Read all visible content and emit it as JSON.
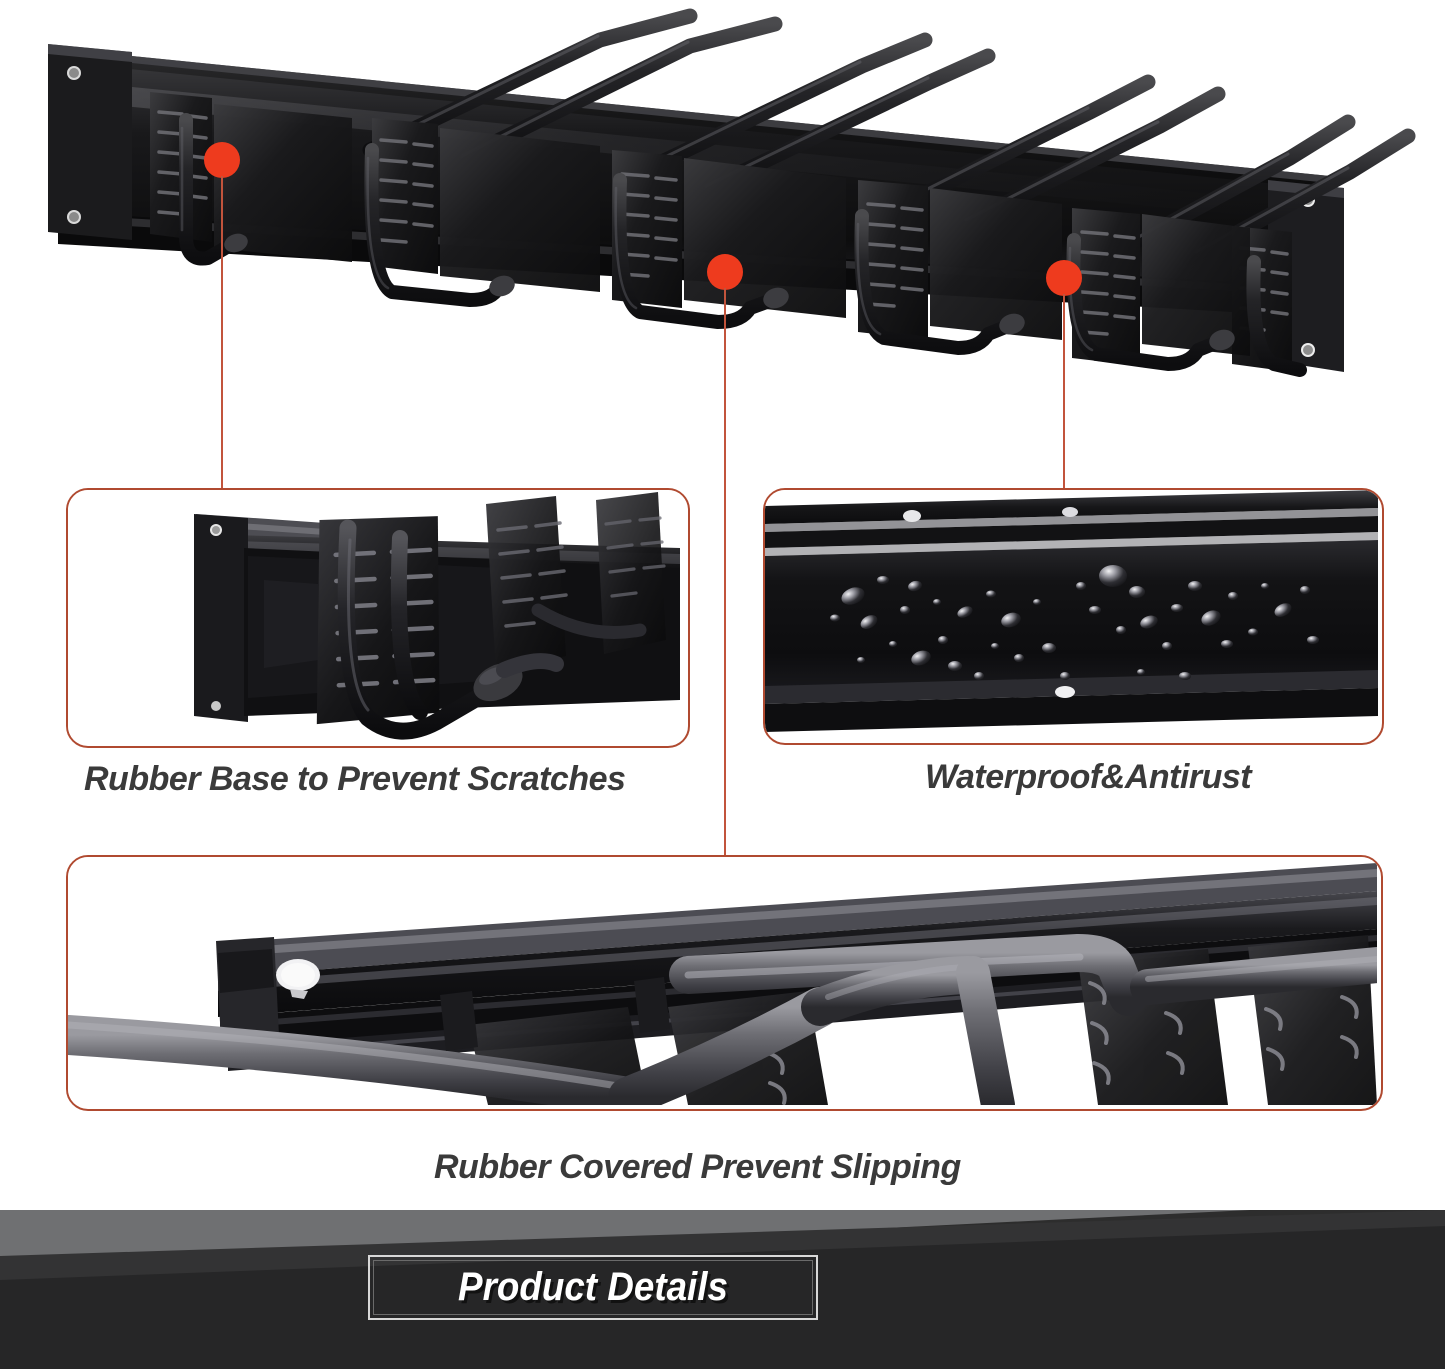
{
  "page": {
    "background": "#ffffff",
    "accent_red": "#ee3b1e",
    "panel_border": "#b04a30",
    "caption_color": "#3a3a3a"
  },
  "hero": {
    "name": "wall-mounted-tool-storage-rack",
    "description": "Black steel wall-mounted garden tool organizer rail with angled hooks, ribbed tool holders and rubber U-hooks",
    "callouts": [
      {
        "id": "rubber-base",
        "label": "Rubber Base to Prevent Scratches"
      },
      {
        "id": "rubber-covered",
        "label": "Rubber Covered Prevent Slipping"
      },
      {
        "id": "waterproof",
        "label": "Waterproof&Antirust"
      }
    ]
  },
  "panels": [
    {
      "id": "rubber-base",
      "caption": "Rubber Base to Prevent Scratches",
      "image_alt": "close-up of rail end with rubber base hook and ribbed holders"
    },
    {
      "id": "waterproof",
      "caption": "Waterproof&Antirust",
      "image_alt": "water droplets beading on black powder coated rail"
    },
    {
      "id": "rubber-covered",
      "caption": "Rubber Covered Prevent Slipping",
      "image_alt": "close-up of rubber covered tubular hook arms"
    }
  ],
  "banner": {
    "title": "Product Details"
  }
}
